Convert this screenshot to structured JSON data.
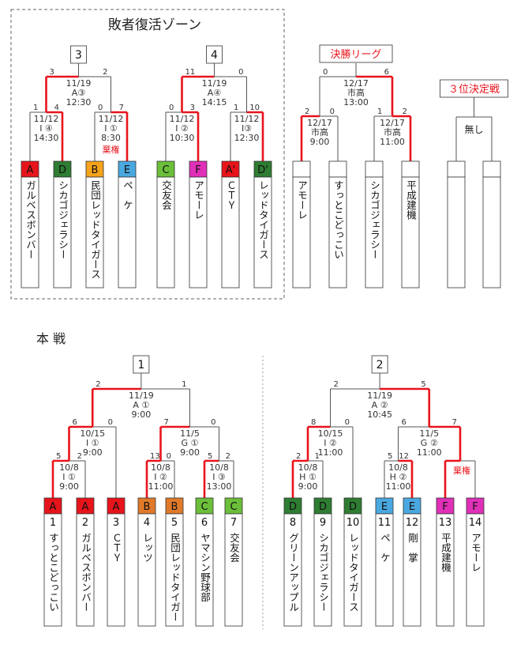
{
  "repechage": {
    "title": "敗者復活ゾーン",
    "brackets": [
      {
        "number": "3",
        "final": {
          "left_score": "3",
          "right_score": "2",
          "date": "11/19",
          "venue": "A③",
          "time": "12:30"
        },
        "semis": [
          {
            "left_score": "1",
            "right_score": "4",
            "date": "11/12",
            "venue": "I ④",
            "time": "14:30",
            "note": ""
          },
          {
            "left_score": "0",
            "right_score": "7",
            "date": "11/12",
            "venue": "I ①",
            "time": "8:30",
            "note": "棄権"
          }
        ],
        "teams": [
          {
            "tag": "A",
            "color": "#e8141c",
            "name": "ガルベスボンバー"
          },
          {
            "tag": "D",
            "color": "#2e7d32",
            "name": "シカゴジェラシー"
          },
          {
            "tag": "B",
            "color": "#f5a31a",
            "name": "民団レッドタイガース"
          },
          {
            "tag": "E",
            "color": "#4aa8e0",
            "name": "ペ　ケ"
          }
        ]
      },
      {
        "number": "4",
        "final": {
          "left_score": "11",
          "right_score": "0",
          "date": "11/19",
          "venue": "A④",
          "time": "14:15"
        },
        "semis": [
          {
            "left_score": "0",
            "right_score": "3",
            "date": "11/12",
            "venue": "I ②",
            "time": "10:30",
            "note": ""
          },
          {
            "left_score": "1",
            "right_score": "10",
            "date": "11/12",
            "venue": "I③",
            "time": "12:30",
            "note": ""
          }
        ],
        "teams": [
          {
            "tag": "C",
            "color": "#6cbf3a",
            "name": "交友会"
          },
          {
            "tag": "F",
            "color": "#e030b8",
            "name": "アモーレ"
          },
          {
            "tag": "A'",
            "color": "#e8141c",
            "name": "ＣＴＹ"
          },
          {
            "tag": "D'",
            "color": "#2e7d32",
            "name": "レッドタイガース"
          }
        ]
      }
    ]
  },
  "final_league": {
    "title": "決勝リーグ",
    "final": {
      "left_score": "0",
      "right_score": "6",
      "date": "12/17",
      "venue": "市高",
      "time": "13:00"
    },
    "semis": [
      {
        "left_score": "2",
        "right_score": "0",
        "date": "12/17",
        "venue": "市高",
        "time": "9:00"
      },
      {
        "left_score": "1",
        "right_score": "2",
        "date": "12/17",
        "venue": "市高",
        "time": "11:00"
      }
    ],
    "teams": [
      "アモーレ",
      "すっとこどっこい",
      "シカゴジェラシー",
      "平成建機"
    ]
  },
  "third_place": {
    "title": "３位決定戦",
    "result": "無し"
  },
  "main": {
    "title": "本 戦",
    "brackets": [
      {
        "number": "1",
        "final": {
          "left_score": "2",
          "right_score": "1",
          "date": "11/19",
          "venue": "A ①",
          "time": "9:00"
        },
        "semis": [
          {
            "left_score": "6",
            "right_score": "0",
            "date": "10/15",
            "venue": "I ①",
            "time": "9:00",
            "note": ""
          },
          {
            "left_score": "7",
            "right_score": "0",
            "date": "11/5",
            "venue": "G ①",
            "time": "9:00",
            "note": ""
          }
        ],
        "quarters": [
          {
            "left_score": "5",
            "right_score": "2",
            "date": "10/8",
            "venue": "I ①",
            "time": "9:00",
            "note": ""
          },
          {
            "left_score": "13",
            "right_score": "0",
            "date": "10/8",
            "venue": "I ②",
            "time": "11:00",
            "note": ""
          },
          {
            "left_score": "5",
            "right_score": "2",
            "date": "10/8",
            "venue": "I ③",
            "time": "13:00",
            "note": ""
          }
        ],
        "teams": [
          {
            "tag": "A",
            "color": "#e8141c",
            "number": "1",
            "name": "すっとこどっこい"
          },
          {
            "tag": "A",
            "color": "#e8141c",
            "number": "2",
            "name": "ガルベスボンバー"
          },
          {
            "tag": "A",
            "color": "#e8141c",
            "number": "3",
            "name": "ＣＴＹ"
          },
          {
            "tag": "B",
            "color": "#e07a2a",
            "number": "4",
            "name": "レッツ"
          },
          {
            "tag": "B",
            "color": "#e07a2a",
            "number": "5",
            "name": "民団レッドタイガース"
          },
          {
            "tag": "C",
            "color": "#6cbf3a",
            "number": "6",
            "name": "ヤマシン野球部"
          },
          {
            "tag": "C",
            "color": "#6cbf3a",
            "number": "7",
            "name": "交友会"
          }
        ]
      },
      {
        "number": "2",
        "final": {
          "left_score": "2",
          "right_score": "5",
          "date": "11/19",
          "venue": "A ②",
          "time": "10:45"
        },
        "semis": [
          {
            "left_score": "8",
            "right_score": "0",
            "date": "10/15",
            "venue": "I ②",
            "time": "11:00",
            "note": ""
          },
          {
            "left_score": "6",
            "right_score": "7",
            "date": "11/5",
            "venue": "G ②",
            "time": "11:00",
            "note": ""
          }
        ],
        "quarters": [
          {
            "left_score": "2",
            "right_score": "1",
            "date": "10/8",
            "venue": "H ①",
            "time": "9:00",
            "note": ""
          },
          {
            "left_score": "5",
            "right_score": "12",
            "date": "10/8",
            "venue": "H ②",
            "time": "11:00",
            "note": ""
          },
          {
            "left_score": "",
            "right_score": "",
            "date": "",
            "venue": "",
            "time": "",
            "note": "棄権"
          }
        ],
        "teams": [
          {
            "tag": "D",
            "color": "#2e7d32",
            "number": "8",
            "name": "グリーンアップル"
          },
          {
            "tag": "D",
            "color": "#2e7d32",
            "number": "9",
            "name": "シカゴジェラシー"
          },
          {
            "tag": "D",
            "color": "#2e7d32",
            "number": "10",
            "name": "レッドタイガース"
          },
          {
            "tag": "E",
            "color": "#4aa8e0",
            "number": "11",
            "name": "ペ　ケ"
          },
          {
            "tag": "E",
            "color": "#4aa8e0",
            "number": "12",
            "name": "剛　掌"
          },
          {
            "tag": "F",
            "color": "#e030b8",
            "number": "13",
            "name": "平成建機"
          },
          {
            "tag": "F",
            "color": "#e030b8",
            "number": "14",
            "name": "アモーレ"
          }
        ]
      }
    ]
  },
  "colors": {
    "winner_line": "#e8141c",
    "line": "#555555",
    "note_text": "#e8141c"
  }
}
